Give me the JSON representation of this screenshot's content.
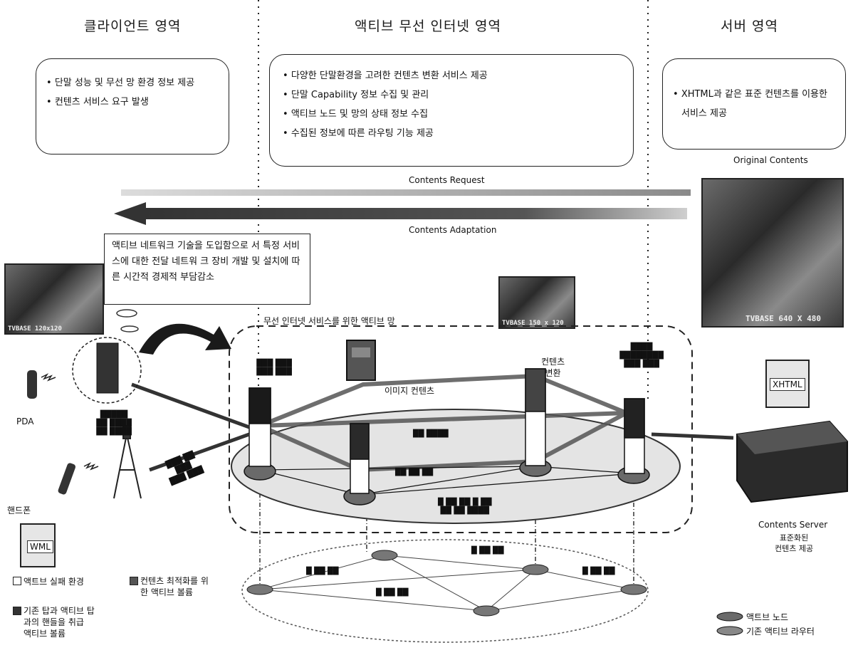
{
  "zones": {
    "client": "클라이언트 영역",
    "active_wireless": "액티브 무선 인터넷 영역",
    "server": "서버 영역"
  },
  "client_box": [
    "단말 성능 및 무선 망 환경 정보 제공",
    "컨텐츠 서비스 요구 발생"
  ],
  "active_box": [
    "다양한 단말환경을 고려한 컨텐츠 변환 서비스 제공",
    "단말 Capability 정보 수집 및 관리",
    "액티브 노드 및 망의 상태 정보 수집",
    "수집된 정보에 따른 라우팅 기능 제공"
  ],
  "server_box": [
    "XHTML과 같은 표준 컨텐츠를 이용한 서비스 제공"
  ],
  "flows": {
    "request": "Contents Request",
    "adaptation": "Contents Adaptation"
  },
  "callout": "액티브 네트워크 기술을 도입함으로 서 특정 서비스에 대한 전달 네트워 크 장비 개발 및 설치에 따른 시간적 경제적 부담감소",
  "labels": {
    "original_contents": "Original Contents",
    "active_network": "무선 인터넷 서비스를 위한 액티브 망",
    "image_contents": "이미지 컨텐츠",
    "contents_convert": "컨텐츠\n변환",
    "pda": "PDA",
    "handphone": "핸드폰",
    "contents_server": "Contents Server",
    "server_sub": "표준화된\n컨텐츠 제공",
    "xhtml": "XHTML",
    "wml": "WML",
    "pic_client": "TVBASE 120x120",
    "pic_mid": "TVBASE 150 x 120",
    "pic_server": "TVBASE 640 X 480"
  },
  "legend_left": [
    {
      "text": "액트브 실패 환경",
      "color": "#ffffff"
    },
    {
      "text": "컨텐츠 최적화를 위\n한 액티브 볼륨",
      "color": "#555555"
    },
    {
      "text": "기존 탑과 액티브 탑\n과의 핸들을 취급\n액티브 볼륨",
      "color": "#333333"
    }
  ],
  "legend_right": [
    {
      "text": "액트브 노드"
    },
    {
      "text": "기존 액티브 라우터"
    }
  ],
  "colors": {
    "ink": "#111111",
    "gray": "#8a8a8a",
    "dark": "#2a2a2a"
  }
}
